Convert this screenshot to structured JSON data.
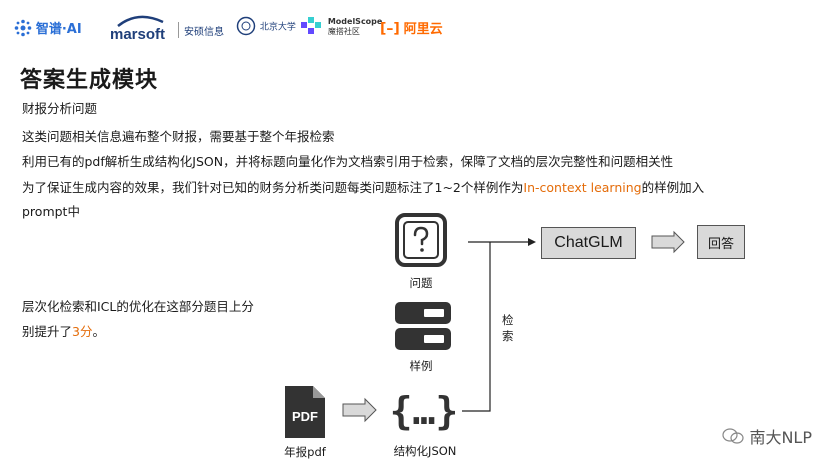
{
  "logos": {
    "zhipu": "智谱·AI",
    "marsoft": "marsoft",
    "anyan": "安硕信息",
    "pku": "北京大学",
    "modelscope_top": "ModelScope",
    "modelscope_bottom": "魔搭社区",
    "aliyun": "阿里云"
  },
  "slide": {
    "title": "答案生成模块",
    "subtitle": "财报分析问题",
    "para1": "这类问题相关信息遍布整个财报，需要基于整个年报检索",
    "para2": "利用已有的pdf解析生成结构化JSON，并将标题向量化作为文档索引用于检索，保障了文档的层次完整性和问题相关性",
    "para3_before": "为了保证生成内容的效果，我们针对已知的财务分析类问题每类问题标注了1~2个样例作为",
    "para3_highlight": "In-context learning",
    "para3_after": "的样例加入",
    "para3_cont": "prompt中",
    "left_note_line1": "层次化检索和ICL的优化在这部分题目上分",
    "left_note_line2_before": "别提升了",
    "left_note_line2_highlight": "3分",
    "left_note_line2_after": "。"
  },
  "diagram": {
    "question_label": "问题",
    "examples_label": "样例",
    "pdf_icon_text": "PDF",
    "pdf_label": "年报pdf",
    "json_label": "结构化JSON",
    "retrieval_label_1": "检",
    "retrieval_label_2": "索",
    "model_box": "ChatGLM",
    "answer_box": "回答"
  },
  "watermark": {
    "text": "南大NLP"
  },
  "colors": {
    "highlight": "#e46c0a",
    "box_fill": "#d9d9d9",
    "icon_dark": "#333333"
  }
}
